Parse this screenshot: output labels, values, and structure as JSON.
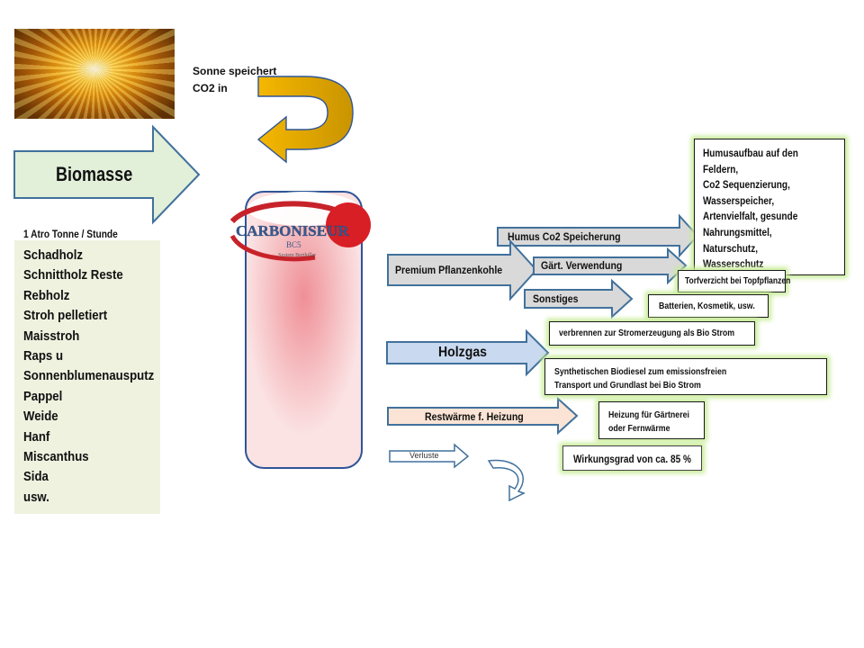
{
  "sun": {
    "caption_line1": "Sonne speichert",
    "caption_line2": "CO2 in"
  },
  "biomass_arrow": {
    "label": "Biomasse"
  },
  "feed_rate": "1 Atro Tonne / Stunde",
  "feedstock": [
    "Schadholz",
    "Schnittholz Reste",
    "Rebholz",
    "Stroh pelletiert",
    "Maisstroh",
    "Raps u",
    "Sonnenblumenausputz",
    "Pappel",
    "Weide",
    "Hanf",
    "Miscanthus",
    "Sida",
    "usw."
  ],
  "reactor": {
    "logo_text": "CARBONISEUR",
    "logo_sub": "BC5",
    "logo_tag": "System Berthiller"
  },
  "outputs": {
    "pflanzenkohle": "Premium Pflanzenkohle",
    "humus": "Humus Co2 Speicherung",
    "gaert": "Gärt. Verwendung",
    "sonstiges": "Sonstiges",
    "holzgas": "Holzgas",
    "restwaerme": "Restwärme f. Heizung",
    "verluste": "Verluste"
  },
  "boxes": {
    "humus_lines": [
      "Humusaufbau auf den",
      "Feldern,",
      "Co2 Sequenzierung,",
      "Wasserspeicher,",
      "Artenvielfalt, gesunde",
      "Nahrungsmittel,",
      "Naturschutz,",
      "Wasserschutz"
    ],
    "torf": "Torfverzicht bei Topfpflanzen",
    "batterien": "Batterien, Kosmetik, usw.",
    "strom": "verbrennen zur Stromerzeugung als Bio Strom",
    "biodiesel_line1": "Synthetischen Biodiesel zum emissionsfreien",
    "biodiesel_line2": "Transport und Grundlast bei Bio Strom",
    "heizung_line1": "Heizung für Gärtnerei",
    "heizung_line2": "oder Fernwärme",
    "wirkungsgrad": "Wirkungsgrad von ca. 85 %"
  },
  "colors": {
    "biomass_fill": "#e2efd9",
    "arrow_stroke": "#41719c",
    "gray_fill": "#d9d9d9",
    "holzgas_fill": "#c9d9f0",
    "rest_fill": "#fbe4d5",
    "cycle": "#f2b800",
    "box_glow": "#c9ec9a"
  }
}
